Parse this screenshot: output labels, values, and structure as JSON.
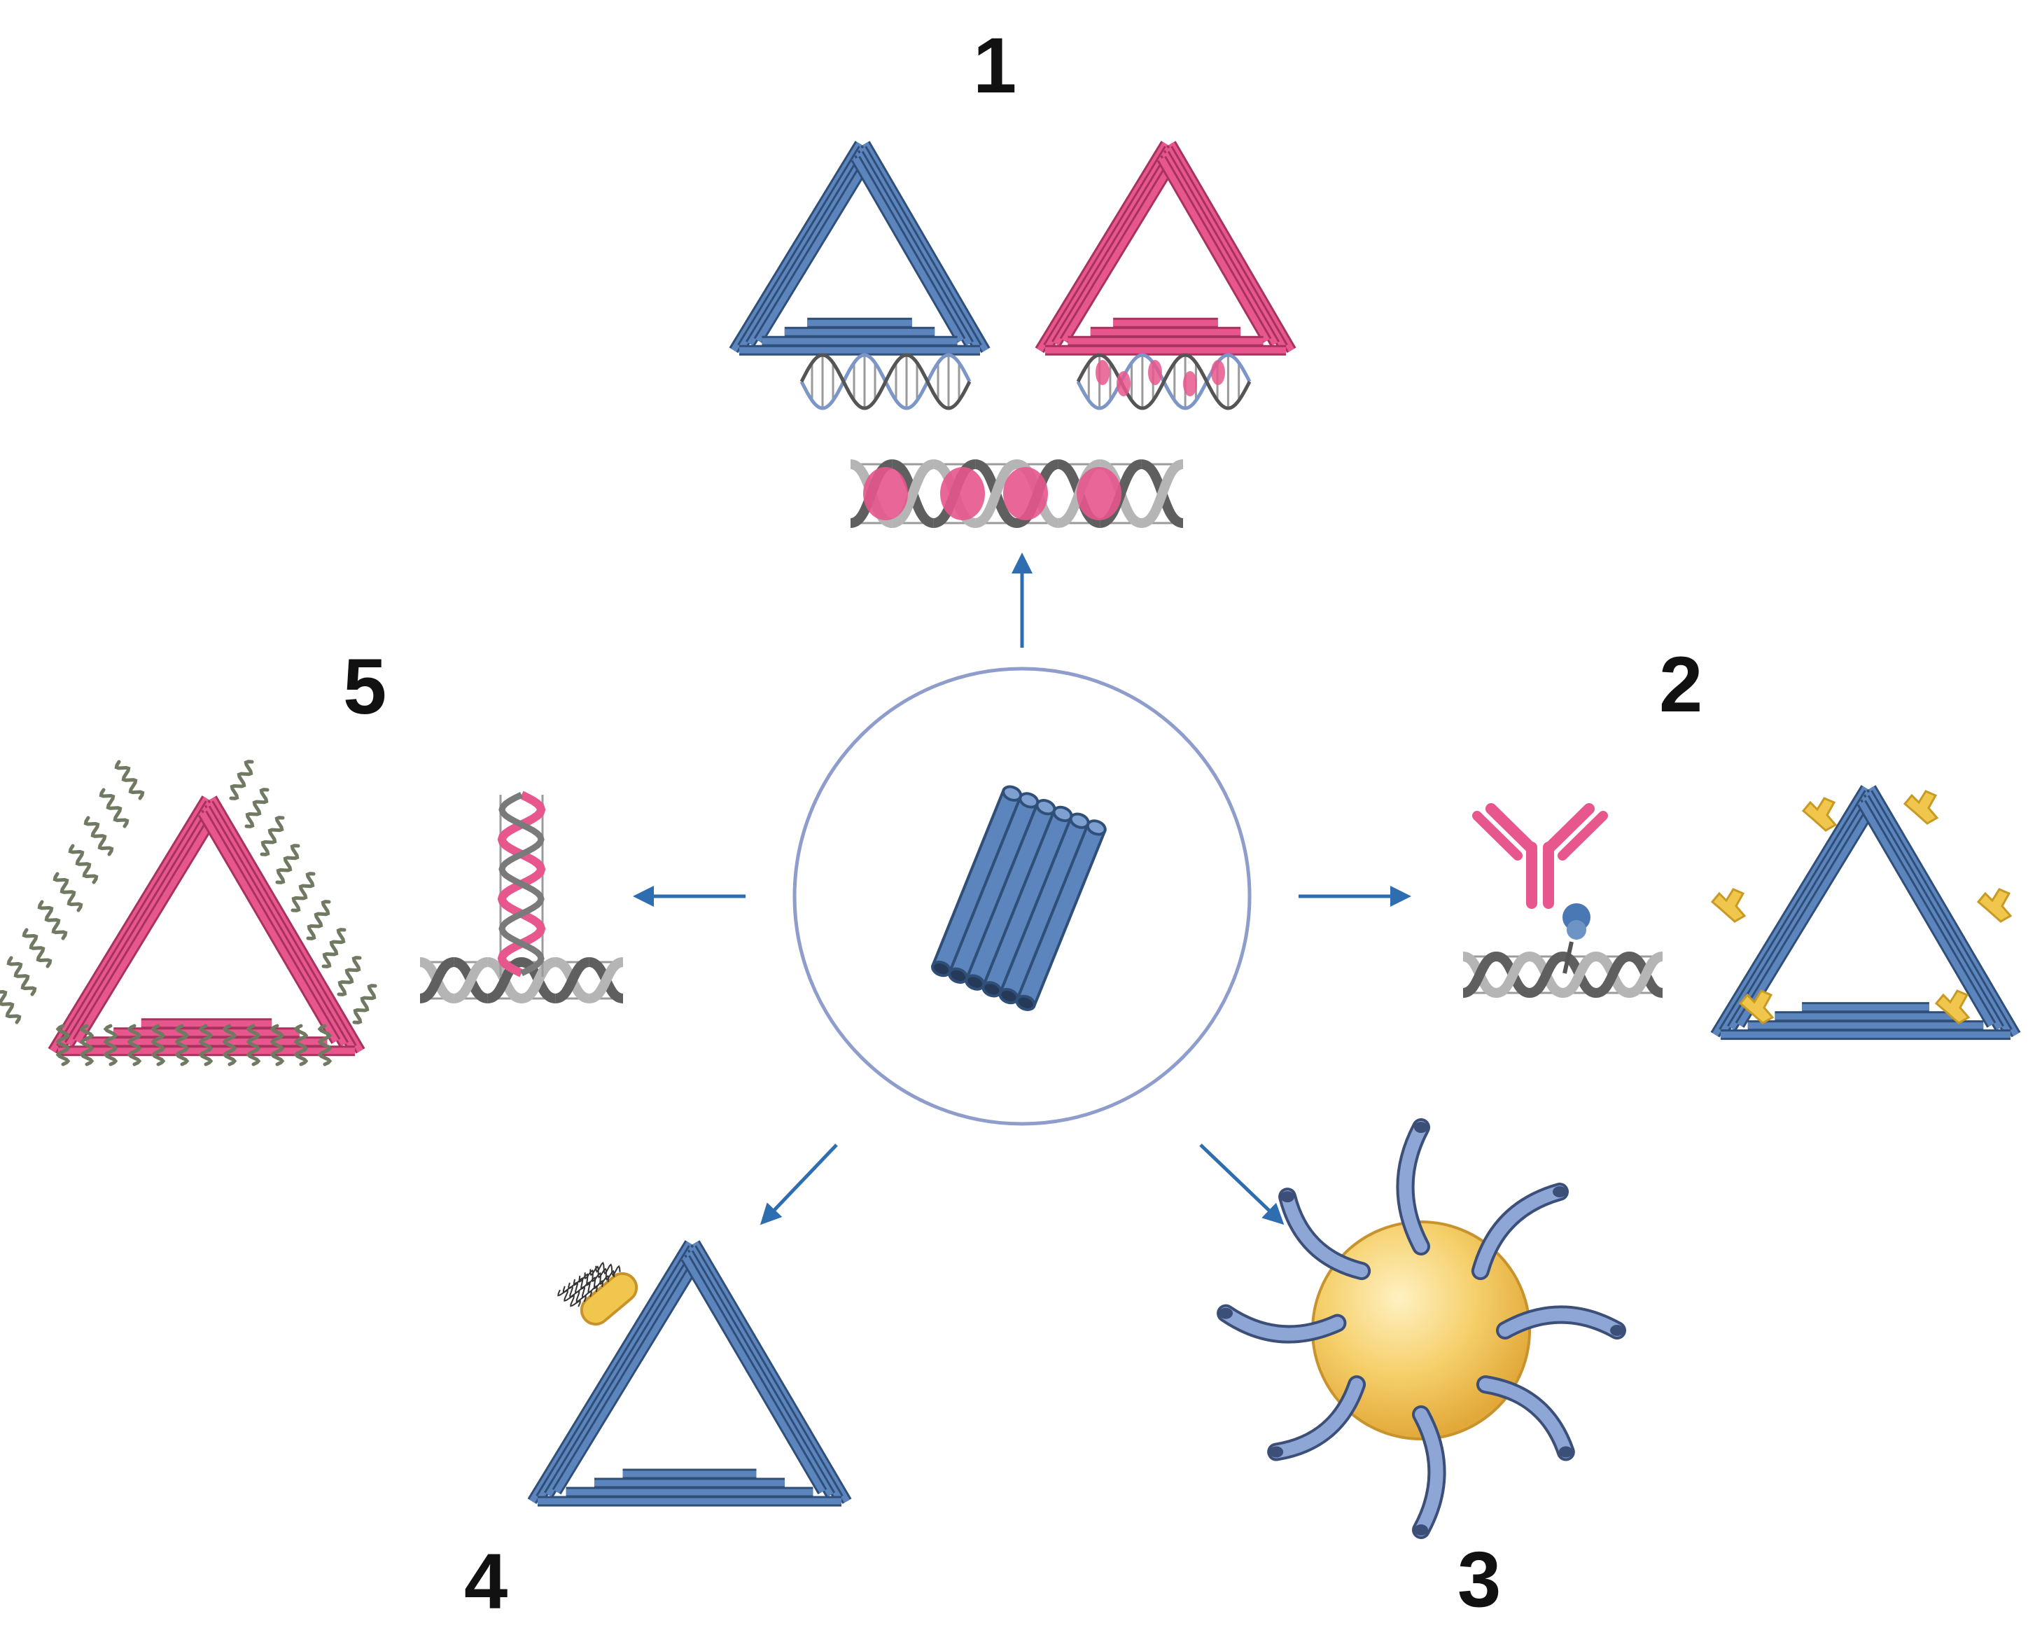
{
  "panels": [
    {
      "id": "1",
      "label": "1"
    },
    {
      "id": "2",
      "label": "2"
    },
    {
      "id": "3",
      "label": "3"
    },
    {
      "id": "4",
      "label": "4"
    },
    {
      "id": "5",
      "label": "5"
    }
  ],
  "colors": {
    "blue": "#5c84bd",
    "blue_dark": "#2f4f78",
    "pink": "#e7578d",
    "pink_dark": "#a8325e",
    "gray_helix": "#8c8c8c",
    "gold": "#f0c64d",
    "arrow": "#2d6db0",
    "circle": "#8e9dcc",
    "strand": "#707a62"
  },
  "icons": {
    "center": "dna-origami-nanotube-icon",
    "panel_1": [
      "blue-triangle-origami-icon",
      "pink-triangle-origami-icon",
      "dna-double-helix-icon",
      "intercalated-dna-helix-icon",
      "dna-helix-pink-drug-icon"
    ],
    "panel_2": [
      "antibody-icon",
      "dna-helix-icon",
      "antibody-decorated-triangle-icon"
    ],
    "panel_3": [
      "gold-nanoparticle-with-strands-icon"
    ],
    "panel_4": [
      "bacterium-on-triangle-icon"
    ],
    "panel_5": [
      "pink-helix-strand-icon",
      "dna-helix-icon",
      "pink-triangle-with-strands-icon"
    ]
  }
}
